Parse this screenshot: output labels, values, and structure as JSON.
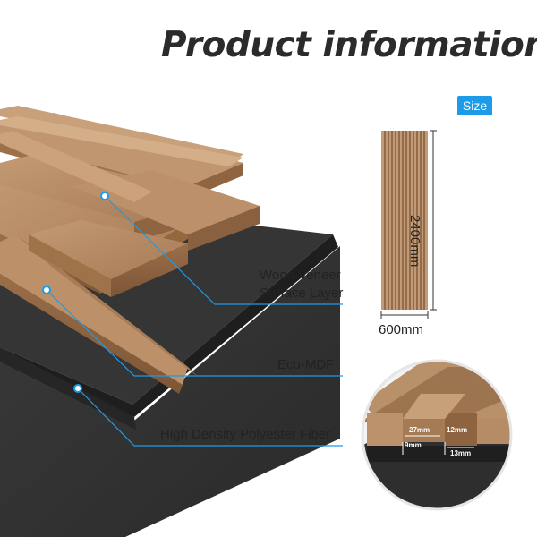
{
  "title": "Product information",
  "size_badge": "Size",
  "labels": {
    "veneer_line1": "Wood Veneer",
    "veneer_line2": "Surface Layer",
    "mdf": "Eco-MDF",
    "fiber": "High Density Polyester Fiber"
  },
  "dimensions": {
    "width": "600mm",
    "height": "2400mm",
    "slat_width": "27mm",
    "slat_height": "12mm",
    "gap": "13mm",
    "felt": "9mm"
  },
  "colors": {
    "accent": "#1e9be8",
    "wood": "#b0825c",
    "wood_dark": "#8a6241",
    "felt": "#2f2f2f"
  }
}
